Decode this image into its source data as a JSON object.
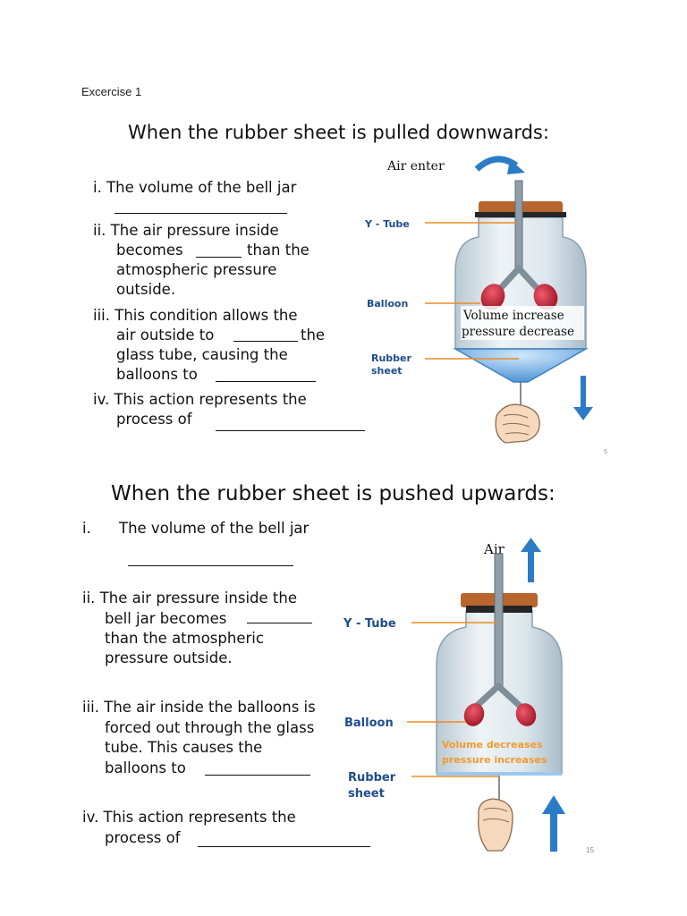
{
  "page": {
    "label": "Excercise 1"
  },
  "section1": {
    "heading": "When the rubber sheet is pulled downwards:",
    "q1": "i. The volume of the bell jar",
    "q2_line1": "ii. The air pressure inside",
    "q2_line2a": "becomes",
    "q2_line2b": "than the",
    "q2_line3": "atmospheric pressure",
    "q2_line4": "outside.",
    "q3_line1": "iii. This condition allows the",
    "q3_line2a": "air outside to",
    "q3_line2b": "the",
    "q3_line3": "glass tube, causing the",
    "q3_line4": "balloons to",
    "q4_line1": "iv. This action represents the",
    "q4_line2": "process of",
    "diagram": {
      "air_label": "Air enter",
      "ytube_label": "Y - Tube",
      "balloon_label": "Balloon",
      "rubber_label_1": "Rubber",
      "rubber_label_2": "sheet",
      "caption_1": "Volume increase",
      "caption_2": "pressure decrease",
      "arrow_direction": "down",
      "page_num": "5"
    }
  },
  "section2": {
    "heading": "When the rubber sheet is pushed upwards:",
    "q1_num": "i.",
    "q1": "The volume of the bell jar",
    "q2_line1": "ii. The air pressure inside the",
    "q2_line2": "bell jar becomes",
    "q2_line3": "than the atmospheric",
    "q2_line4": "pressure outside.",
    "q3_line1": "iii. The air inside the balloons is",
    "q3_line2": "forced out through the glass",
    "q3_line3": "tube. This causes the",
    "q3_line4": "balloons to",
    "q4_line1": "iv. This action represents the",
    "q4_line2": "process of",
    "diagram": {
      "air_label": "Air",
      "ytube_label": "Y - Tube",
      "balloon_label": "Balloon",
      "rubber_label_1": "Rubber",
      "rubber_label_2": "sheet",
      "caption_1": "Volume decreases",
      "caption_2": "pressure increases",
      "arrow_direction": "up",
      "page_num": "15"
    }
  },
  "colors": {
    "arrow_blue": "#2c7bc6",
    "label_blue": "#1e4d8c",
    "leader_orange": "#f08a24",
    "balloon_red": "#c8283a",
    "cap_brown": "#b8652e",
    "jar_glass": "#dfe8ee",
    "caption_orange": "#f29a2e"
  }
}
